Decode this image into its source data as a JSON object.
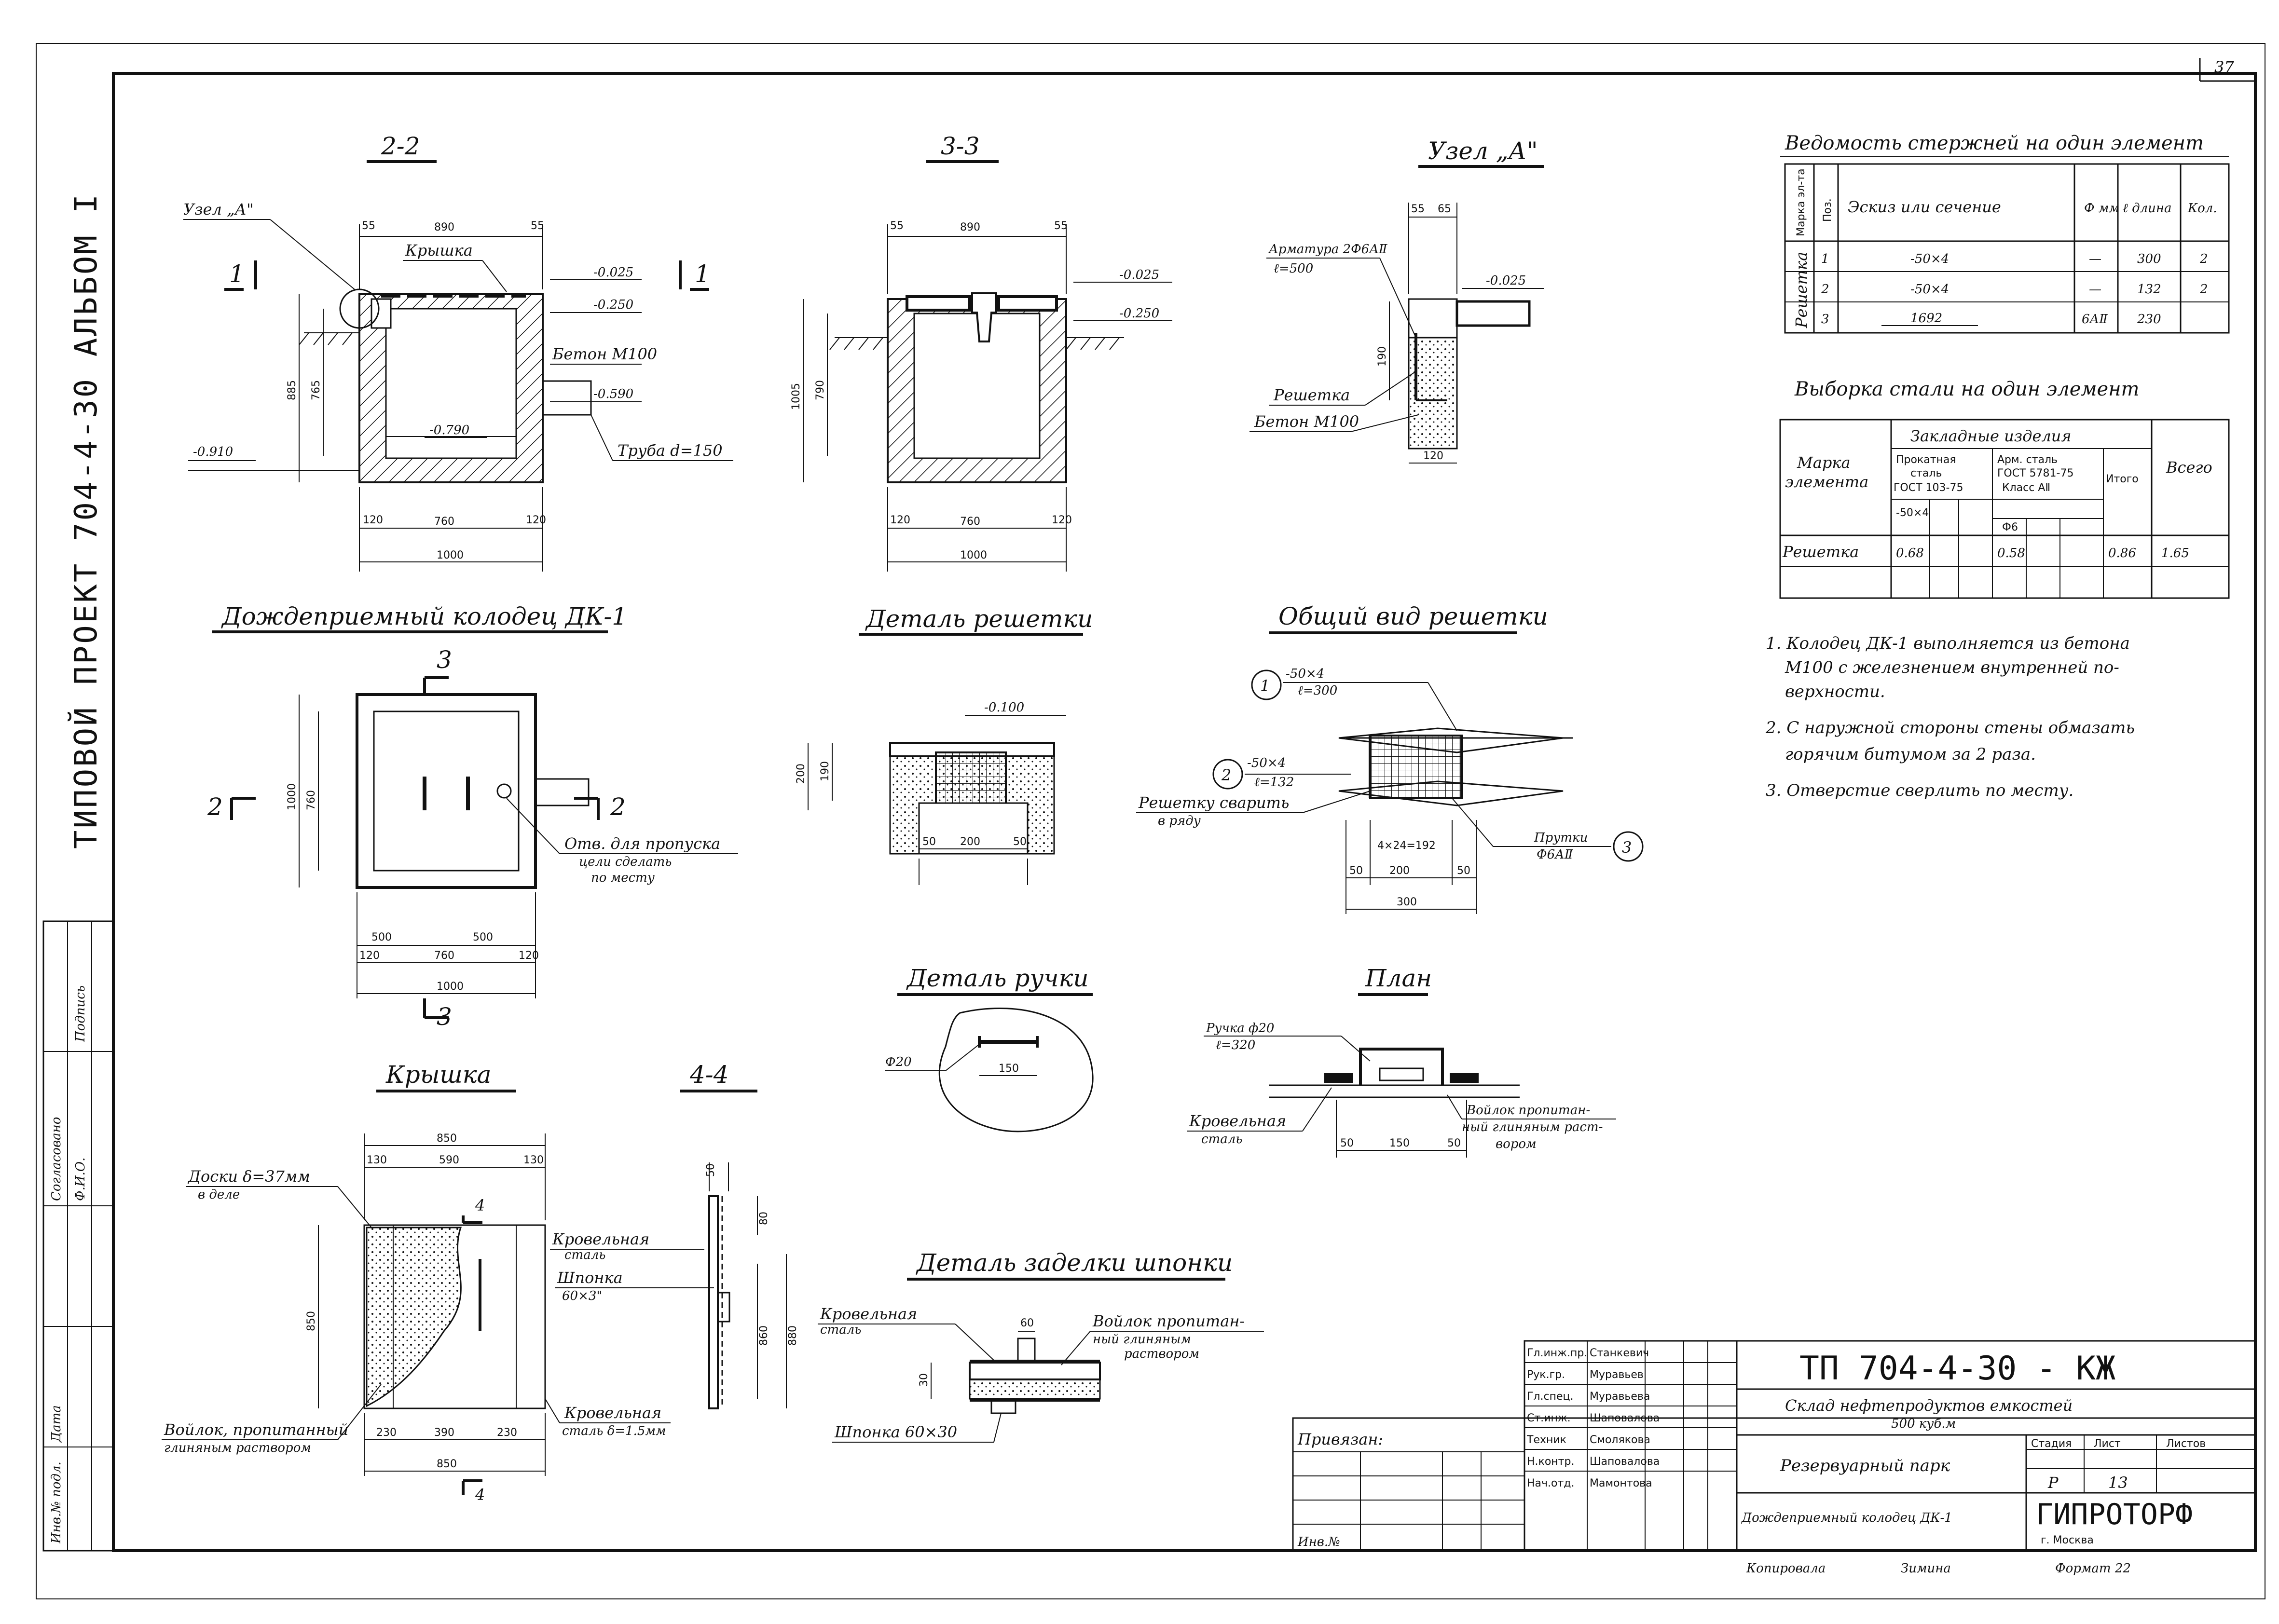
{
  "page_number": "37",
  "side_title": "ТИПОВОЙ ПРОЕКТ 704-4-30 АЛЬБОМ I",
  "views": {
    "sec22": {
      "title": "2-2",
      "uzel": "Узел „А\"",
      "cover": "Крышка",
      "concrete": "Бетон М100",
      "pipe": "Труба d=150",
      "levels": [
        "-0.025",
        "-0.250",
        "-0.590",
        "-0.790",
        "-0.910"
      ],
      "dims": [
        "55",
        "890",
        "55",
        "120",
        "760",
        "120",
        "1000",
        "885",
        "765"
      ],
      "cut_mark": "1"
    },
    "sec33": {
      "title": "3-3",
      "levels": [
        "-0.025",
        "-0.250"
      ],
      "dims": [
        "55",
        "890",
        "55",
        "120",
        "760",
        "120",
        "1000",
        "1005",
        "790"
      ]
    },
    "uzelA": {
      "title": "Узел „А\"",
      "rebar": "Арматура 2Ф6АⅡ",
      "rebar_len": "ℓ=500",
      "grate": "Решетка",
      "concrete": "Бетон М100",
      "levels": [
        "-0.025"
      ],
      "dims": [
        "55",
        "65",
        "120",
        "190"
      ]
    },
    "well": {
      "title": "Дождеприемный колодец ДК-1",
      "hole_note": [
        "Отв. для пропуска",
        "цели сделать",
        "по месту"
      ],
      "marks": [
        "3",
        "2",
        "2",
        "3"
      ],
      "dims": [
        "500",
        "500",
        "120",
        "760",
        "120",
        "1000",
        "1000",
        "760"
      ]
    },
    "grate_detail": {
      "title": "Деталь решетки",
      "level": "-0.100",
      "dims": [
        "50",
        "200",
        "50",
        "200",
        "190"
      ]
    },
    "grate_general": {
      "title": "Общий вид решетки",
      "pos1": "1",
      "pos1_size": [
        "-50×4",
        "ℓ=300"
      ],
      "pos2": "2",
      "pos2_size": [
        "-50×4",
        "ℓ=132"
      ],
      "pos3": "3",
      "pos3_size": [
        "Прутки",
        "Ф6АⅡ"
      ],
      "weld": [
        "Решетку сварить",
        "в ряду"
      ],
      "dims": [
        "50",
        "200",
        "50",
        "300",
        "4×24=192"
      ]
    },
    "handle_detail": {
      "title": "Деталь ручки",
      "dims": [
        "Ф20",
        "150"
      ]
    },
    "plan": {
      "title": "План",
      "handle": [
        "Ручка ф20",
        "ℓ=320"
      ],
      "roof_steel": [
        "Кровельная",
        "сталь"
      ],
      "felt": [
        "Войлок пропитан-",
        "ный глиняным раст-",
        "вором"
      ],
      "dims": [
        "50",
        "150",
        "50"
      ]
    },
    "cover": {
      "title": "Крышка",
      "boards": [
        "Доски δ=37мм",
        "в деле"
      ],
      "felt": [
        "Войлок, пропитанный",
        "глиняным раствором"
      ],
      "roof_steel": [
        "Кровельная",
        "сталь δ=1.5мм"
      ],
      "dims": [
        "850",
        "130",
        "590",
        "130",
        "230",
        "390",
        "230",
        "850",
        "850"
      ],
      "cut_mark": "4"
    },
    "sec44": {
      "title": "4-4",
      "roof_steel": [
        "Кровельная",
        "сталь"
      ],
      "key": [
        "Шпонка",
        "60×3\""
      ],
      "dims": [
        "50",
        "80",
        "860",
        "880"
      ]
    },
    "key_detail": {
      "title": "Деталь заделки шпонки",
      "roof_steel": [
        "Кровельная",
        "сталь"
      ],
      "felt": [
        "Войлок пропитан-",
        "ный глиняным",
        "раствором"
      ],
      "key": "Шпонка 60×30",
      "dims": [
        "60",
        "30"
      ]
    }
  },
  "rebar_table": {
    "title": "Ведомость стержней на один элемент",
    "headers": [
      "Марка эл-та",
      "Поз.",
      "Эскиз или сечение",
      "Ф мм",
      "ℓ длина",
      "Кол."
    ],
    "element": "Решетка",
    "rows": [
      {
        "pos": "1",
        "sketch": "-50×4",
        "dia": "—",
        "len": "300",
        "qty": "2"
      },
      {
        "pos": "2",
        "sketch": "-50×4",
        "dia": "—",
        "len": "132",
        "qty": "2"
      },
      {
        "pos": "3",
        "sketch": "1692",
        "dia": "6АⅡ",
        "len": "230",
        "qty": ""
      }
    ]
  },
  "steel_table": {
    "title": "Выборка стали на один элемент",
    "col_mark": [
      "Марка",
      "элемента"
    ],
    "group": "Закладные изделия",
    "sub1": [
      "Прокатная",
      "сталь",
      "ГОСТ 103-75"
    ],
    "sub2": [
      "Арм. сталь",
      "ГОСТ 5781-75",
      "Класс АⅡ"
    ],
    "sub_total": "Итого",
    "col_total": "Всего",
    "size1": "-50×4",
    "size2": "Ф6",
    "row": {
      "mark": "Решетка",
      "v1": "0.68",
      "v2": "0.58",
      "v3": "0.86",
      "total": "1.65"
    }
  },
  "notes": [
    "1. Колодец ДК-1 выполняется из бетона",
    "М100 с железнением внутренней по-",
    "верхности.",
    "2. С наружной стороны стены обмазать",
    "горячим битумом за 2 раза.",
    "3. Отверстие сверлить по месту."
  ],
  "left_stamp": [
    "Согласовано",
    "Ф.И.О.",
    "Подпись",
    "Дата",
    "Инв.№ подл."
  ],
  "title_block": {
    "code": "ТП 704-4-30 - КЖ",
    "project": [
      "Склад нефтепродуктов емкостей",
      "500 куб.м"
    ],
    "park": "Резервуарный парк",
    "sheet_title": "Дождеприемный колодец ДК-1",
    "stage_header": "Стадия",
    "sheet_header": "Лист",
    "sheets_header": "Листов",
    "stage": "Р",
    "sheet": "13",
    "org": "ГИПРОТОРФ",
    "city": "г. Москва",
    "privyazan": "Привязан:",
    "inv": "Инв.№",
    "roles": [
      "Гл.инж.пр.",
      "Рук.гр.",
      "Гл.спец.",
      "Ст.инж.",
      "Техник",
      "Н.контр.",
      "Нач.отд."
    ],
    "names": [
      "Станкевич",
      "Муравьев",
      "Муравьева",
      "Шаповалова",
      "Смолякова",
      "Шаповалова",
      "Мамонтова"
    ],
    "copy": "Копировала",
    "copy_name": "Зимина",
    "format": "Формат 22"
  }
}
